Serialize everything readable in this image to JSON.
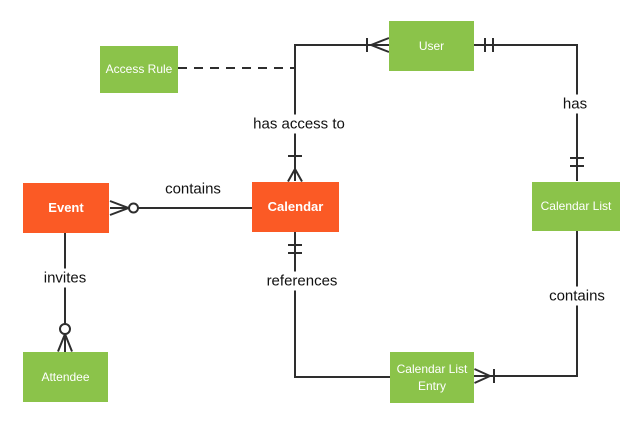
{
  "colors": {
    "entity_green": "#8BC34A",
    "entity_orange": "#FB5A25",
    "line": "#2E2E2E",
    "label_text": "#111111",
    "entity_text": "#FFFFFF",
    "canvas": "#FFFFFF"
  },
  "entities": [
    {
      "id": "access-rule",
      "label": "Access Rule",
      "color": "green"
    },
    {
      "id": "user",
      "label": "User",
      "color": "green"
    },
    {
      "id": "event",
      "label": "Event",
      "color": "orange"
    },
    {
      "id": "calendar",
      "label": "Calendar",
      "color": "orange"
    },
    {
      "id": "calendar-list",
      "label": "Calendar List",
      "color": "green"
    },
    {
      "id": "attendee",
      "label": "Attendee",
      "color": "green"
    },
    {
      "id": "calendar-list-entry",
      "label": "Calendar List Entry",
      "color": "green"
    }
  ],
  "relationships": [
    {
      "label": "has access to",
      "from": "calendar",
      "to": "user",
      "from_cardinality": "one-or-many",
      "to_cardinality": "one-or-many",
      "style": "solid"
    },
    {
      "label": "",
      "from": "access-rule",
      "to": "has-access-to-edge",
      "from_cardinality": "none",
      "to_cardinality": "none",
      "style": "dashed"
    },
    {
      "label": "contains",
      "from": "calendar",
      "to": "event",
      "from_cardinality": "none",
      "to_cardinality": "zero-or-many",
      "style": "solid"
    },
    {
      "label": "invites",
      "from": "event",
      "to": "attendee",
      "from_cardinality": "none",
      "to_cardinality": "zero-or-many",
      "style": "solid"
    },
    {
      "label": "has",
      "from": "user",
      "to": "calendar-list",
      "from_cardinality": "one-and-only-one",
      "to_cardinality": "one-and-only-one",
      "style": "solid"
    },
    {
      "label": "references",
      "from": "calendar",
      "to": "calendar-list-entry",
      "from_cardinality": "one-and-only-one",
      "to_cardinality": "none",
      "style": "solid"
    },
    {
      "label": "contains",
      "from": "calendar-list",
      "to": "calendar-list-entry",
      "from_cardinality": "none",
      "to_cardinality": "one-or-many",
      "style": "solid"
    }
  ]
}
